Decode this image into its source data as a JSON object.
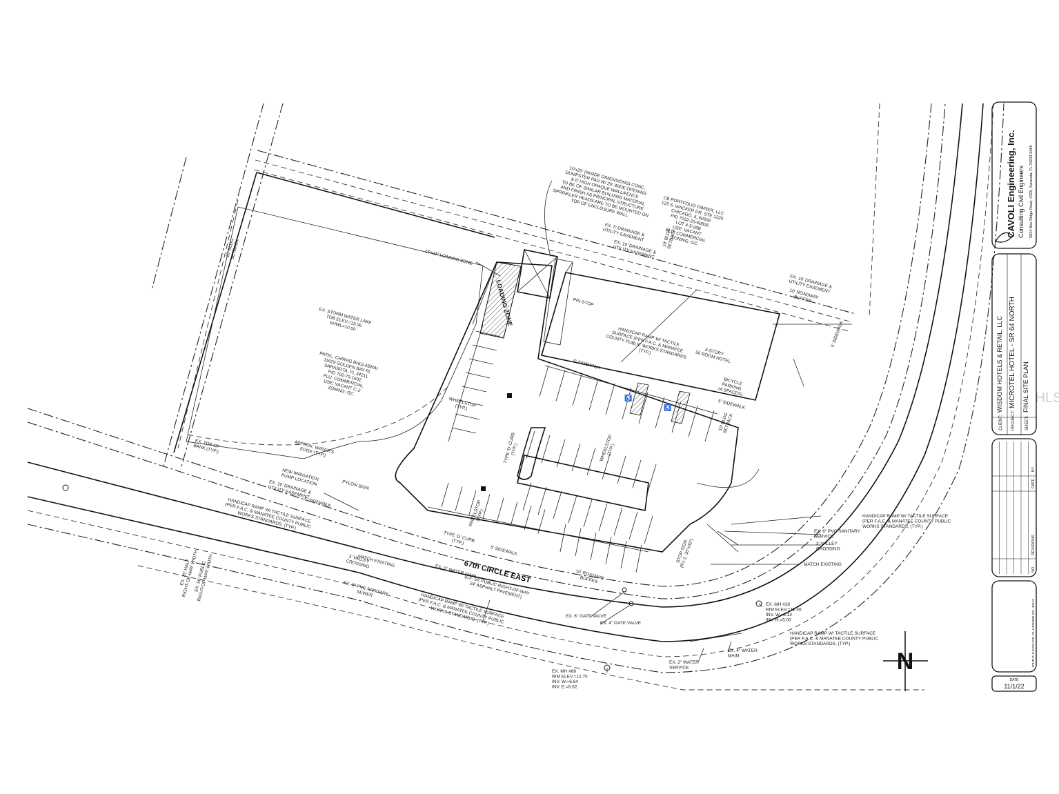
{
  "title_block": {
    "company": "CAVOLI Engineering, Inc.",
    "company_sub": "Consulting Civil Engineers",
    "company_addr": "5824 Bee Ridge Road, #325, Sarasota, FL 34233-5065",
    "client_label": "CLIENT:",
    "client": "WISDOM HOTELS & RETAIL, LLC",
    "project_label": "PROJECT:",
    "project": "MICROTEL HOTEL - SR 64 NORTH",
    "sheet_label": "SHEET:",
    "sheet": "FINAL SITE PLAN",
    "rev_headers": [
      "NO.",
      "REVISIONS",
      "DATE",
      "BY"
    ],
    "engineer": "JOHN P. CAVOLI P.E. FL LICENSE NO. 46912",
    "date_label": "DATE",
    "date": "11/1/22"
  },
  "labels": {
    "hotel": "3-STORY\n50 ROOM HOTEL",
    "lake": "EX. STORM WATER LAKE\nTOB ELEV.=13.06\nSHWL=10.00",
    "owner_west": "PATEL, CHIRAG BHULABHAI\n11629 GOLDEN BAY PL\nSARASOTA, FL 34211\nPID 702-70-1602\nFLU: COMMERCIAL\nUSE: VACANT C-2\nZONING: GC",
    "owner_east": "CB PORTFOLIO OWNER, LLC\n125 S. WACKER DR. STE 1220\nCHICAGO, IL 60606\nPID 7032-20-60806\nLOT 4-5-26B\nUSE: VACANT\nFLU: COMMERCIAL\nZONING: GC",
    "dumpster": "10'x20' (INSIDE DIMENSIONS) CONC.\nDUMPSTER PAD W/ 20' WIDE OPENING\n& 6' HIGH OPAQUE WALL/FENCE\nTO BE OF SIMILAR BUILDING MATERIAL\nAND FINISH AS PRINCIPAL STRUCTURE\nSPRINKLER HEADS ARE TO BE MOUNTED ON\nTOP OF ENCLOSURE WALL",
    "loading": "15'x35' LOADING ZONE",
    "loading_zone": "LOADING ZONE",
    "road": "67th CIRCLE EAST",
    "road_sub": "(EX. 50' PUBLIC RIGHT-OF-WAY\n24' ASPHALT PAVEMENT)",
    "handicap_ramp": "HANDICAP RAMP W/ TACTILE SURFACE\n(PER F.A.C. & MANATEE COUNTY PUBLIC\nWORKS STANDARDS, (TYP.)",
    "bicycle": "BICYCLE\nPARKING\n(4 SPACES)",
    "pylon": "PYLON SIGN",
    "irrigation": "NEW IRRIGATION\nPUMP LOCATION",
    "sidewalk": "5' SIDEWALK",
    "wheelstop": "WHEELSTOP\n(TYP.)",
    "type_d_curb": "TYPE 'D' CURB\n(TYP.)",
    "water_main": "EX. 6\" WATER MAIN",
    "pvc_sewer": "EX. 8\" PVC SANITARY\nSEWER",
    "gate_valve": "EX. 6\" GATE VALVE",
    "gate_valve4": "EX. 4\" GATE VALVE",
    "manhole": "EX. MH #28\nRIM ELEV.=12.46\nINV. W.=5.13\nINV. N.=5.00",
    "manhole2": "EX. MH #88\nRIM ELEV.=12.70\nINV. W.=6.64\nINV. E.=6.62",
    "match": "MATCH EXISTING",
    "valley": "3' VALLEY\nCROSSING",
    "water_service": "EX. 2\" WATER\nSERVICE",
    "water_main4": "EX. 4\" WATER\nMAIN",
    "pvc_service": "EX. 6\" PVC SANITARY\nSERVICE",
    "roadway_buffer": "10' ROADWAY\nBUFFER",
    "drainage": "EX. 10' DRAINAGE &\nUTILITY EASEMENT",
    "drainage_e": "EX. 5' DRAINAGE &\nUTILITY EASEMENT",
    "pin_stop": "PIN-STOP",
    "stop_sign": "STOP SIGN\n(R1-1, 30\"x30\")",
    "top_bank": "EX. TOP OF\nBANK (TYP.)",
    "water_edge": "APPROX. WATER'S\nEDGE (TYP.)",
    "half_row": "EX. 25' HALF\nRIGHT-OF-WAY WIDTH",
    "public_row": "EX. 50' PUBLIC\nRIGHT-OF-WAY WIDTH",
    "bldg_setback": "10' BLDG\nSETBACK",
    "ramp_building": "HANDICAP RAMP W/ TACTILE\nSURFACE (PER F.A.C. & MANATEE\nCOUNTY PUBLIC WORKS STANDARDS\n(TYP.)",
    "north": "N",
    "watermark": "HLS"
  }
}
